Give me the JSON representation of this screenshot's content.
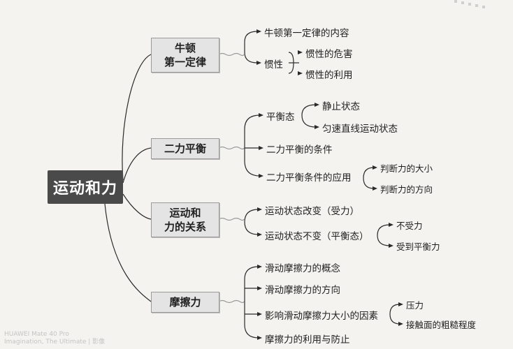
{
  "root": {
    "title": "运动和力"
  },
  "branches": [
    {
      "line1": "牛顿",
      "line2": "第一定律",
      "items": [
        {
          "text": "牛顿第一定律的内容"
        },
        {
          "text": "惯性",
          "children": [
            "惯性的危害",
            "惯性的利用"
          ]
        }
      ]
    },
    {
      "line1": "二力平衡",
      "line2": "",
      "items": [
        {
          "text": "平衡态",
          "children": [
            "静止状态",
            "匀速直线运动状态"
          ]
        },
        {
          "text": "二力平衡的条件"
        },
        {
          "text": "二力平衡条件的应用",
          "children": [
            "判断力的大小",
            "判断力的方向"
          ]
        }
      ]
    },
    {
      "line1": "运动和",
      "line2": "力的关系",
      "items": [
        {
          "text": "运动状态改变（受力）"
        },
        {
          "text": "运动状态不变（平衡态）",
          "children": [
            "不受力",
            "受到平衡力"
          ]
        }
      ]
    },
    {
      "line1": "摩擦力",
      "line2": "",
      "items": [
        {
          "text": "滑动摩擦力的概念"
        },
        {
          "text": "滑动摩擦力的方向"
        },
        {
          "text": "影响滑动摩擦力大小的因素",
          "children": [
            "压力",
            "接触面的粗糙程度"
          ]
        },
        {
          "text": "摩擦力的利用与防止"
        }
      ]
    }
  ],
  "watermark": {
    "line1": "HUAWEI Mate 40 Pro",
    "line2": "Imagination, The Ultimate | 影像"
  }
}
